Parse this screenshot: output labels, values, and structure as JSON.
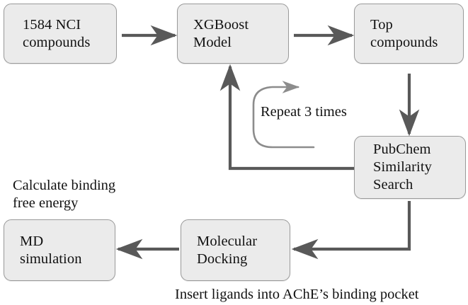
{
  "figure": {
    "type": "flowchart",
    "background": "#ffffff",
    "node_fill": "#ebebeb",
    "node_border": "#9a9a9a",
    "arrow_color": "#595959",
    "loop_arrow_color": "#8c8c8c",
    "text_color": "#111111"
  },
  "nodes": [
    {
      "id": "nci",
      "lines": [
        "1584 NCI",
        "compounds"
      ]
    },
    {
      "id": "xgboost",
      "lines": [
        "XGBoost",
        "Model"
      ]
    },
    {
      "id": "top",
      "lines": [
        "Top",
        "compounds"
      ]
    },
    {
      "id": "pubchem",
      "lines": [
        "PubChem",
        "Similarity",
        "Search"
      ]
    },
    {
      "id": "docking",
      "lines": [
        "Molecular",
        "Docking"
      ]
    },
    {
      "id": "md",
      "lines": [
        "MD",
        "simulation"
      ]
    }
  ],
  "captions": {
    "loop_label": "Repeat 3 times",
    "free_energy": [
      "Calculate binding",
      "free energy"
    ],
    "docking_note": "Insert ligands into AChE’s binding pocket"
  }
}
